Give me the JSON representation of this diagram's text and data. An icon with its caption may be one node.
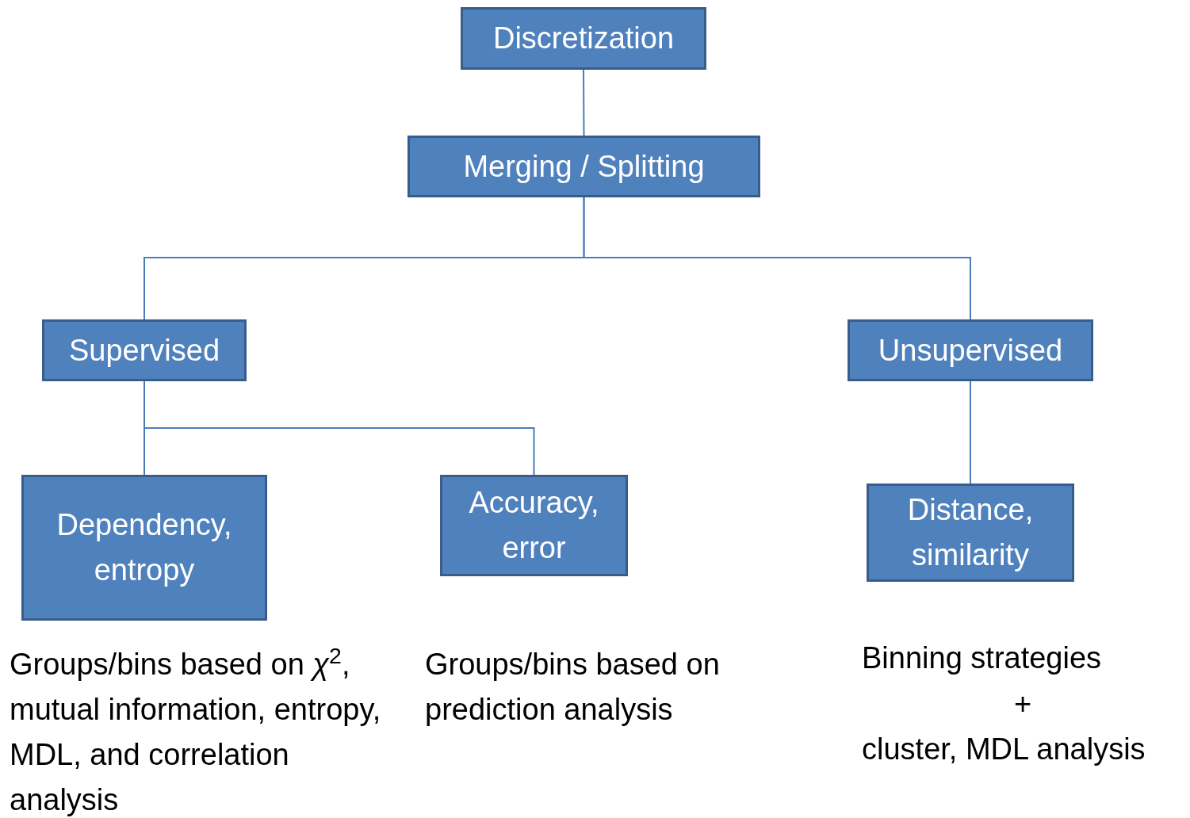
{
  "diagram": {
    "nodes": [
      {
        "text": [
          "Discretization"
        ]
      },
      {
        "text": [
          "Merging / Splitting"
        ]
      },
      {
        "text": [
          "Supervised"
        ]
      },
      {
        "text": [
          "Unsupervised"
        ]
      },
      {
        "text": [
          "Dependency, entropy"
        ]
      },
      {
        "text": [
          "Accuracy, error"
        ]
      },
      {
        "text": [
          "Distance, similarity"
        ]
      }
    ],
    "edges": [
      {
        "from": 0,
        "to": 1,
        "arrow": "none"
      },
      {
        "from": 1,
        "to": 2,
        "arrow": "none"
      },
      {
        "from": 1,
        "to": 3,
        "arrow": "none"
      },
      {
        "from": 2,
        "to": 4,
        "arrow": "none"
      },
      {
        "from": 2,
        "to": 5,
        "arrow": "none"
      },
      {
        "from": 3,
        "to": 6,
        "arrow": "none"
      }
    ],
    "labels": [
      "Groups/bins based on *χ*$^{2}$, mutual information, entropy, MDL, and correlation analysis",
      "Groups/bins based on prediction analysis",
      "Binning strategies",
      "+",
      "cluster, MDL analysis"
    ]
  }
}
